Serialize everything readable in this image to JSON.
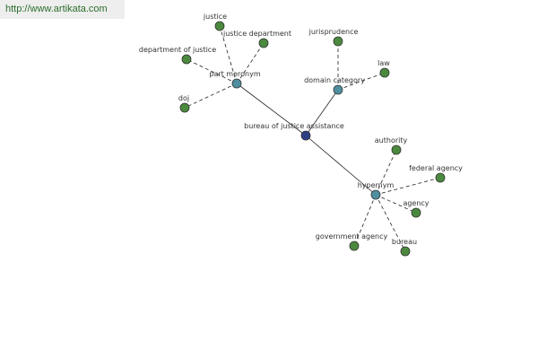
{
  "site": {
    "url": "http://www.artikata.com"
  },
  "colors": {
    "root": "#2e3f86",
    "relation": "#4f8f9f",
    "leaf": "#4b8a3e",
    "node_stroke": "#333333",
    "edge": "#222222"
  },
  "graph": {
    "root": {
      "id": "root",
      "label": "bureau of justice assistance"
    },
    "relations": [
      {
        "id": "part-meronym",
        "label": "part meronym"
      },
      {
        "id": "domain-category",
        "label": "domain category"
      },
      {
        "id": "hypernym",
        "label": "hypernym"
      }
    ],
    "leaves": [
      {
        "id": "justice",
        "label": "justice",
        "parent": "part-meronym"
      },
      {
        "id": "justice-department",
        "label": "justice department",
        "parent": "part-meronym"
      },
      {
        "id": "department-of-justice",
        "label": "department of justice",
        "parent": "part-meronym"
      },
      {
        "id": "doj",
        "label": "doj",
        "parent": "part-meronym"
      },
      {
        "id": "jurisprudence",
        "label": "jurisprudence",
        "parent": "domain-category"
      },
      {
        "id": "law",
        "label": "law",
        "parent": "domain-category"
      },
      {
        "id": "authority",
        "label": "authority",
        "parent": "hypernym"
      },
      {
        "id": "federal-agency",
        "label": "federal agency",
        "parent": "hypernym"
      },
      {
        "id": "agency",
        "label": "agency",
        "parent": "hypernym"
      },
      {
        "id": "government-agency",
        "label": "government agency",
        "parent": "hypernym"
      },
      {
        "id": "bureau",
        "label": "bureau",
        "parent": "hypernym"
      }
    ]
  }
}
